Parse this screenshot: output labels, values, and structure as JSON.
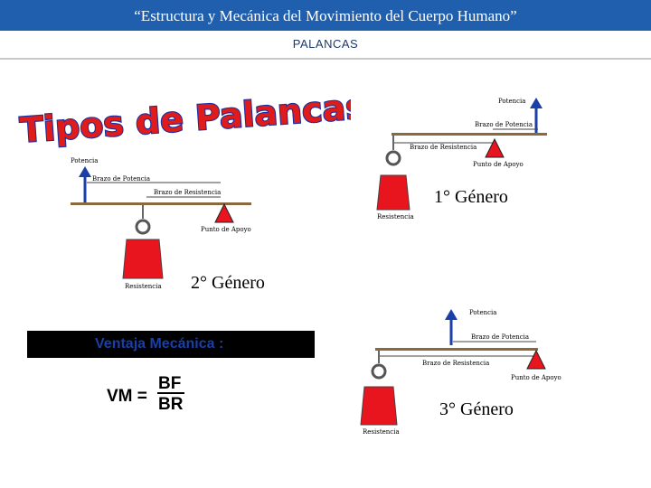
{
  "header": {
    "title": "“Estructura y Mecánica del Movimiento del Cuerpo Humano”"
  },
  "subheader": {
    "title": "PALANCAS"
  },
  "main_title": "Tipos de Palancas",
  "diagram1": {
    "labels": {
      "potencia": "Potencia",
      "brazo_potencia": "Brazo de Potencia",
      "brazo_resistencia": "Brazo de Resistencia",
      "punto_apoyo": "Punto de Apoyo",
      "resistencia": "Resistencia"
    },
    "caption": "1° Género"
  },
  "diagram2": {
    "labels": {
      "potencia": "Potencia",
      "brazo_potencia": "Brazo de Potencia",
      "brazo_resistencia": "Brazo de Resistencia",
      "punto_apoyo": "Punto de Apoyo",
      "resistencia": "Resistencia"
    },
    "caption": "2° Género"
  },
  "diagram3": {
    "labels": {
      "potencia": "Potencia",
      "brazo_potencia": "Brazo de Potencia",
      "brazo_resistencia": "Brazo de Resistencia",
      "punto_apoyo": "Punto de Apoyo",
      "resistencia": "Resistencia"
    },
    "caption": "3° Género"
  },
  "ventaja": {
    "label": "Ventaja Mecánica :",
    "formula_left": "VM =",
    "numerator": "BF",
    "denominator": "BR"
  },
  "colors": {
    "header": "#1f5fae",
    "title_fill": "#e01b1b",
    "title_stroke": "#1a2fa0",
    "weight": "#e8141e",
    "arrow": "#1b3fa8"
  }
}
